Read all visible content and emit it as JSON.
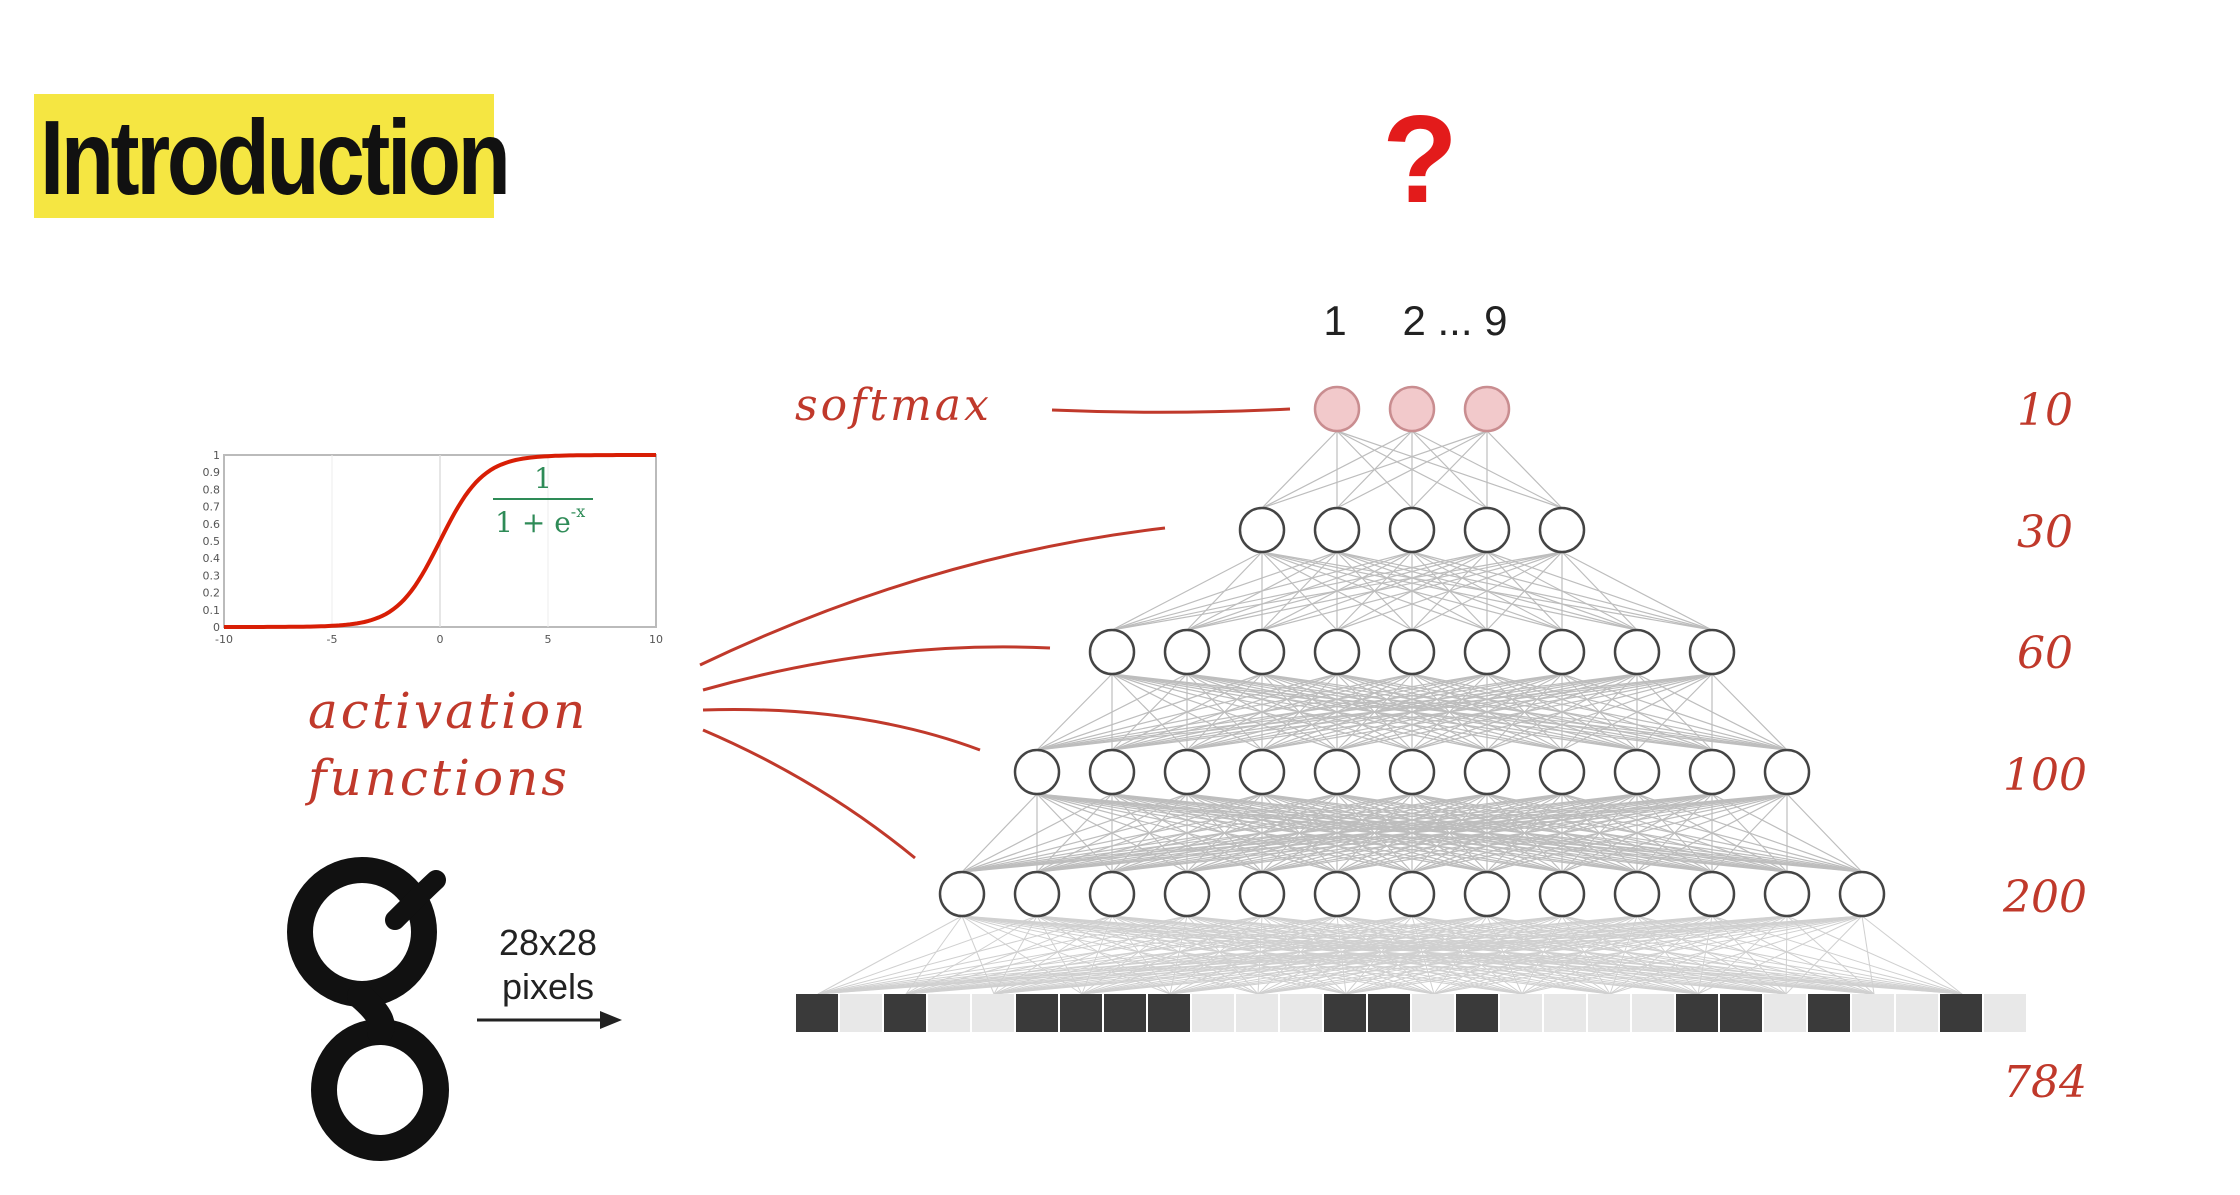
{
  "slide": {
    "title": "Introduction",
    "question_mark": "?"
  },
  "output_labels": {
    "first": "1",
    "rest": "2 ... 9"
  },
  "annotations": {
    "softmax": "softmax",
    "activation_line1": "activation",
    "activation_line2": "functions",
    "pixels_line1": "28x28",
    "pixels_line2": "pixels"
  },
  "sigmoid_plot": {
    "formula_numerator": "1",
    "formula_denominator": "1 + e",
    "formula_exponent": "-x",
    "y_ticks": [
      "0",
      "0.1",
      "0.2",
      "0.3",
      "0.4",
      "0.5",
      "0.6",
      "0.7",
      "0.8",
      "0.9",
      "1"
    ],
    "x_ticks": [
      "-10",
      "-5",
      "0",
      "5",
      "10"
    ]
  },
  "layers": [
    {
      "label": "10",
      "neurons": 3,
      "kind": "softmax"
    },
    {
      "label": "30",
      "neurons": 5,
      "kind": "hidden"
    },
    {
      "label": "60",
      "neurons": 9,
      "kind": "hidden"
    },
    {
      "label": "100",
      "neurons": 11,
      "kind": "hidden"
    },
    {
      "label": "200",
      "neurons": 13,
      "kind": "hidden"
    }
  ],
  "input_layer": {
    "label": "784",
    "pixels": [
      1,
      0,
      1,
      0,
      0,
      1,
      1,
      1,
      1,
      0,
      0,
      0,
      1,
      1,
      0,
      1,
      0,
      0,
      0,
      0,
      1,
      1,
      0,
      1,
      0,
      0,
      1,
      0
    ],
    "colors": {
      "dark": "#3a3a3a",
      "light": "#e8e8e8"
    }
  },
  "colors": {
    "accent_red": "#c0392b",
    "softmax_fill": "#f2c9cb",
    "title_bg": "#f5e642",
    "question_red": "#e31b1b",
    "sigmoid_curve": "#d81e05",
    "formula_green": "#2e8b57"
  }
}
